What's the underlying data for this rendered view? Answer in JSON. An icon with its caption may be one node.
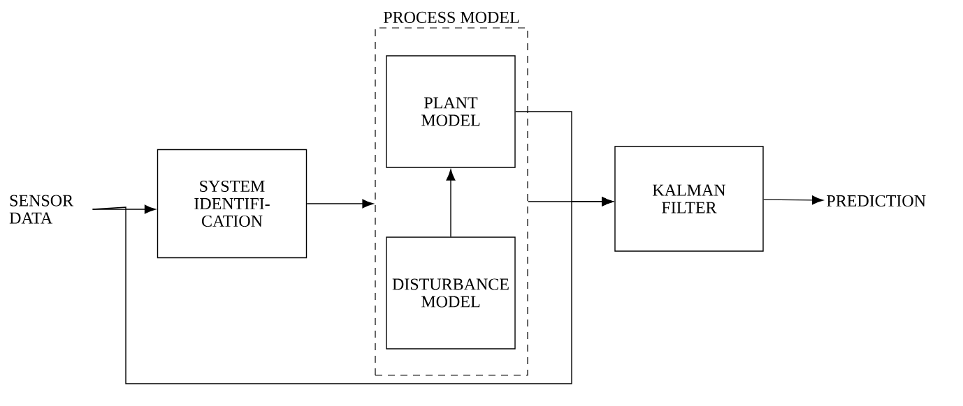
{
  "diagram": {
    "nodes": [
      {
        "text": [
          "SENSOR DATA"
        ]
      },
      {
        "text": [
          "SYSTEM IDENTIFI- CATION"
        ]
      },
      {
        "text": [
          "PROCESS MODEL"
        ]
      },
      {
        "text": [
          "PLANT MODEL"
        ],
        "in": 2
      },
      {
        "text": [
          "DISTURBANCE MODEL"
        ],
        "in": 2
      },
      {
        "text": [
          "KALMAN FILTER"
        ]
      },
      {
        "text": [
          "PREDICTION"
        ]
      }
    ],
    "edges": [
      {
        "from": 0,
        "to": 1,
        "arrow": "to"
      },
      {
        "from": 1,
        "to": 2,
        "arrow": "to"
      },
      {
        "from": 4,
        "to": 3,
        "arrow": "to"
      },
      {
        "from": 3,
        "to": 5,
        "arrow": "to"
      },
      {
        "from": 2,
        "to": 5,
        "arrow": "to"
      },
      {
        "from": 0,
        "to": 5,
        "arrow": "to"
      },
      {
        "from": 5,
        "to": 6,
        "arrow": "to"
      }
    ]
  }
}
